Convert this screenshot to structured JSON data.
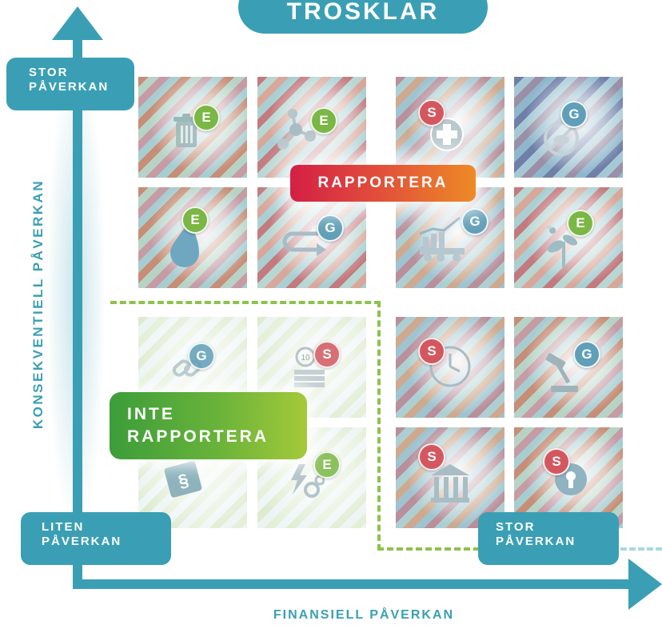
{
  "title": "TROSKLAR",
  "axes": {
    "y_label": "KONSEKVENTIELL PÅVERKAN",
    "x_label": "FINANSIELL PÅVERKAN"
  },
  "corner_labels": {
    "top": [
      "STOR",
      "PÅVERKAN"
    ],
    "bottom_left": [
      "LITEN",
      "PÅVERKAN"
    ],
    "bottom_right": [
      "STOR",
      "PÅVERKAN"
    ]
  },
  "regions": {
    "report": "RAPPORTERA",
    "no_report": [
      "INTE",
      "RAPPORTERA"
    ]
  },
  "colors": {
    "axis": "#3a9fb4",
    "environmental": "#7ab744",
    "social": "#d4575f",
    "governance": "#5f9fb8",
    "dashed_border": "#8dc24b"
  },
  "tiles": [
    {
      "badge": "E",
      "icon": "trash-bin-icon"
    },
    {
      "badge": "E",
      "icon": "molecule-icon"
    },
    {
      "badge": "S",
      "icon": "medical-cross-icon"
    },
    {
      "badge": "G",
      "icon": "no-bribery-icon"
    },
    {
      "badge": "E",
      "icon": "water-drop-icon"
    },
    {
      "badge": "G",
      "icon": "cycle-arrow-icon"
    },
    {
      "badge": "G",
      "icon": "supply-chain-truck-icon"
    },
    {
      "badge": "E",
      "icon": "plant-bee-icon"
    },
    {
      "badge": "G",
      "icon": "chain-link-icon"
    },
    {
      "badge": "S",
      "icon": "coins-icon"
    },
    {
      "badge": "S",
      "icon": "clock-icon"
    },
    {
      "badge": "G",
      "icon": "gavel-icon"
    },
    {
      "badge": "",
      "icon": "law-book-icon"
    },
    {
      "badge": "E",
      "icon": "energy-gears-icon"
    },
    {
      "badge": "S",
      "icon": "institution-icon"
    },
    {
      "badge": "S",
      "icon": "privacy-lock-icon"
    }
  ]
}
